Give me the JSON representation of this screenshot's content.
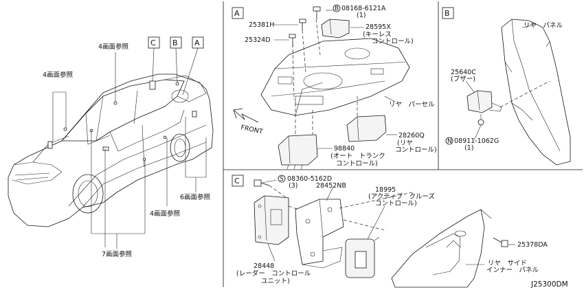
{
  "car_panel": {
    "boxes": [
      "C",
      "B",
      "A"
    ],
    "ref_4_top": "4画面参照",
    "ref_4_left": "4画面参照",
    "ref_4_bottom": "4画面参照",
    "ref_6": "6画面参照",
    "ref_7": "7画面参照"
  },
  "panel_a": {
    "letter": "A",
    "bolt_circle": "B",
    "bolt_part": "08168-6121A",
    "bolt_qty": "(1)",
    "p25381": "25381H",
    "p25324": "25324D",
    "p28595_num": "28595X",
    "p28595_name": "(キーレス",
    "p28595_name2": "コントロール)",
    "parcel_label": "リヤ　パーセル",
    "front_label": "FRONT",
    "p28260_num": "28260Q",
    "p28260_name": "(リヤ",
    "p28260_name2": "コントロール)",
    "p98840_num": "98840",
    "p98840_name": "(オート　トランク",
    "p98840_name2": "コントロール)"
  },
  "panel_b": {
    "letter": "B",
    "panel_label": "リヤ　パネル",
    "p25640_num": "25640C",
    "p25640_name": "(ブザー)",
    "nut_circle": "N",
    "nut_part": "08911-1062G",
    "nut_qty": "(1)"
  },
  "panel_c": {
    "letter": "C",
    "bolt_circle": "S",
    "bolt_part": "08360-5162D",
    "bolt_qty": "(3)",
    "p28452": "28452NB",
    "p18995_num": "18995",
    "p18995_name": "(アクティブ　クルーズ",
    "p18995_name2": "コントロール)",
    "p25378": "25378DA",
    "side_panel": "リヤ　サイド",
    "side_panel2": "インナー　パネル",
    "p28448_num": "28448",
    "p28448_name": "(レーダー　コントロール",
    "p28448_name2": "ユニット)"
  },
  "diagram_code": "J25300DM"
}
